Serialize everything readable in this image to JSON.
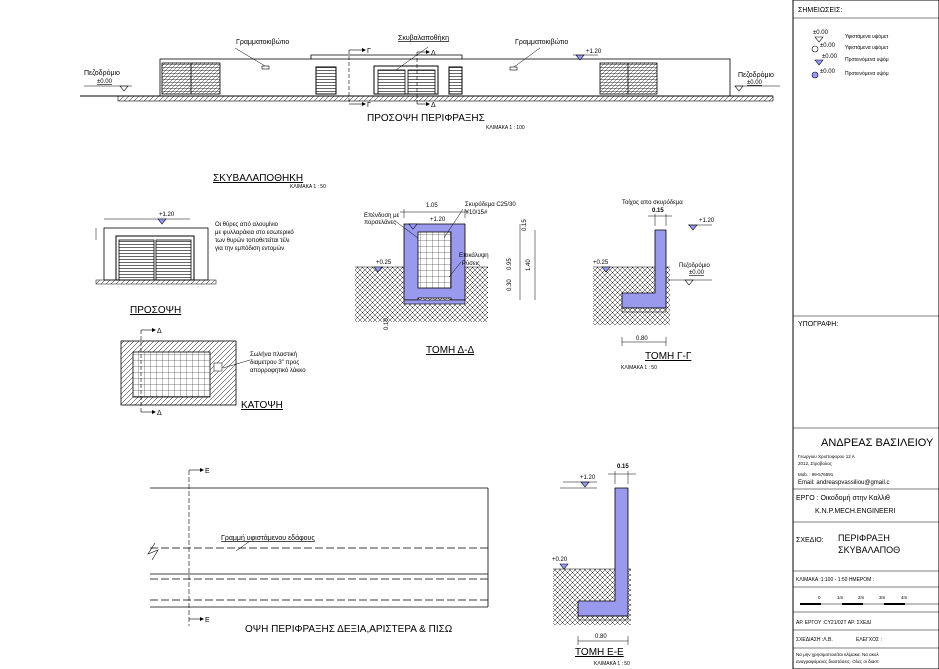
{
  "elevation": {
    "mailbox_left": "Γραμματοκιβώτιο",
    "mailbox_right": "Γραμματοκιβώτιο",
    "bin": "Σκυβαλαποθήκη",
    "sec_gamma": "Γ",
    "sec_delta": "Δ",
    "level_120": "+1.20",
    "sidewalk_left": "Πεζοδρόμιο",
    "sidewalk_left_lvl": "±0.00",
    "sidewalk_right": "Πεζοδρόμιο",
    "sidewalk_right_lvl": "±0.00",
    "title": "ΠΡΟΣΟΨΗ ΠΕΡΙΦΡΑΞΗΣ",
    "scale": "ΚΛΙΜΑΚΑ 1 : 100"
  },
  "bin_house": {
    "title": "ΣΚΥΒΑΛΑΠΟΘΗΚΗ",
    "scale": "ΚΛΙΜΑΚΑ 1 : 50",
    "front_level": "+1.20",
    "note_lines": [
      "Οι θύρες από αλουμίνιο",
      "με φυλλαράκια στο εσωτερικό",
      "των θυρών τοποθετείται τέλι",
      "για την εμπόδιση εντομών"
    ],
    "front_title": "ΠΡΟΣΟΨΗ",
    "plan_title": "ΚΑΤΟΨΗ",
    "plan_delta_top": "Δ",
    "plan_delta_bottom": "Δ",
    "pipe_lines": [
      "Σωλήνα πλαστική",
      "διαμετρου 3\" προς",
      "απορροφητικό λάκκο"
    ]
  },
  "section_dd": {
    "width_dim": "1.05",
    "concrete_lines": [
      "Σκυρόδεμα C25/30",
      "Υ10/15#"
    ],
    "lining_lines": [
      "Επένδυση με",
      "πορσελάνες"
    ],
    "level_120": "+1.20",
    "level_025": "+0.25",
    "cover_lines": [
      "Επικάλυψη",
      "Ρύσεις"
    ],
    "dim_015": "0.15",
    "dim_095": "0.95",
    "dim_140": "1.40",
    "dim_030": "0.30",
    "dim_010": "0.10",
    "title": "ΤΟΜΗ Δ-Δ"
  },
  "section_gg": {
    "wall_label": "Τοίχος απο σκυρόδεμα",
    "dim_015": "0.15",
    "level_120": "+1.20",
    "level_025": "+0.25",
    "sidewalk": "Πεζοδρόμιο",
    "sidewalk_lvl": "±0.00",
    "dim_080": "0.80",
    "title": "ΤΟΜΗ Γ-Γ",
    "scale": "ΚΛΙΜΑΚΑ 1 : 50"
  },
  "side_view": {
    "sec_e_top": "Ε",
    "sec_e_bottom": "Ε",
    "ground_line": "Γραμμή υφιστάμενου εδάφους",
    "title": "ΟΨΗ ΠΕΡΙΦΡΑΞΗΣ ΔΕΞΙΑ,ΑΡΙΣΤΕΡΑ & ΠΙΣΩ"
  },
  "section_ee": {
    "dim_015": "0.15",
    "level_120": "+1.20",
    "level_020": "+0.20",
    "dim_080": "0.80",
    "title": "ΤΟΜΗ Ε-Ε",
    "scale": "ΚΛΙΜΑΚΑ 1 : 50"
  },
  "title_block": {
    "notes_title": "ΣΗΜΕΙΩΣΕΙΣ:",
    "legend": [
      {
        "lvl": "±0.00",
        "text": "Υφιστάμενα υψόμετ"
      },
      {
        "lvl": "±0.00",
        "text": "Υφιστάμενα υψόμετ"
      },
      {
        "lvl": "±0.00",
        "text": "Προτεινόμενα υψόμ"
      },
      {
        "lvl": "±0.00",
        "text": "Προτεινόμενα υψόμ"
      }
    ],
    "signature_title": "ΥΠΟΓΡΑΦΗ:",
    "engineer_name": "ΑΝΔΡΕΑΣ ΒΑΣΙΛΕΙΟΥ",
    "address1": "Γεωργιου Χριστοφορου 12 Α",
    "address2": "2012, Στροβολος",
    "mobile": "Mob. : 99-576591",
    "email": "Email: andreaspvassiliou@gmail.c",
    "project_label": "ΕΡΓΟ : Οικοδομή στην Καλλιθ",
    "client": "K.N.P.MECH.ENGINEERI",
    "drawing_label": "ΣΧΕΔΙΟ:",
    "drawing_line1": "ΠΕΡΙΦΡΑΞΗ",
    "drawing_line2": "ΣΚΥΒΑΛΑΠΟΘ",
    "scale_date": "ΚΛΙΜΑΚΑ :1:100 - 1:50  ΗΜΕΡΟΜ :",
    "scalebar_labels": [
      "0",
      "1m",
      "2m",
      "3m",
      "4m"
    ],
    "project_no": "ΑΡ. ΕΡΓΟΥ :CY21/02T   ΑΡ. ΣΧΕΔΙ",
    "drawn_by": "ΣΧΕΔΙΑΣΗ :Λ.Β.",
    "checked_by": "ΕΛΕΓΧΟΣ :",
    "footer1": "Να μην χρησιμοποιείται κλίμακα. Να ακολ",
    "footer2": "αναγραφόμενες διαστάσεις. Ολες οι διαστ"
  },
  "colors": {
    "concrete_fill": "#9999ee",
    "line": "#000000"
  }
}
